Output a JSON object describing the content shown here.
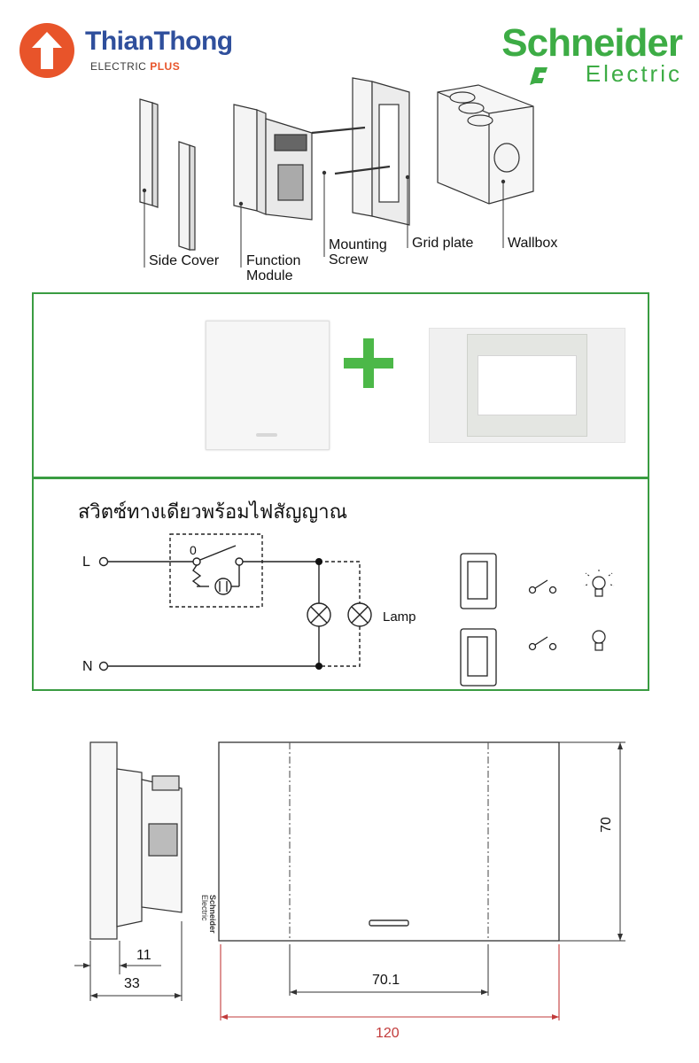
{
  "brand": {
    "left_logo_name": "ThianThong",
    "left_logo_sub": "ELECTRIC",
    "left_logo_plus": "PLUS",
    "right_logo_name": "Schneider",
    "right_logo_sub": "Electric"
  },
  "exploded_view": {
    "labels": {
      "side_cover": "Side Cover",
      "function_module_1": "Function",
      "function_module_2": "Module",
      "mounting_screw_1": "Mounting",
      "mounting_screw_2": "Screw",
      "grid_plate": "Grid plate",
      "wallbox": "Wallbox"
    }
  },
  "product_panel": {
    "plus_symbol": "+"
  },
  "wiring": {
    "title": "สวิตซ์ทางเดียวพร้อมไฟสัญญาณ",
    "live": "L",
    "neutral": "N",
    "switch_position": "0",
    "lamp_label": "Lamp"
  },
  "dimensions": {
    "side_depth_small": "11",
    "side_depth_total": "33",
    "front_height": "70",
    "front_inner_width": "70.1",
    "front_total_width": "120",
    "plate_brand_1": "Schneider",
    "plate_brand_2": "Electric"
  },
  "colors": {
    "panel_border": "#3a9c42",
    "plus_green": "#4cb848",
    "dim_red": "#c23b3b",
    "thiantong_orange": "#e8542a",
    "thiantong_blue": "#2f4f9c",
    "schneider_green": "#3dac45"
  }
}
